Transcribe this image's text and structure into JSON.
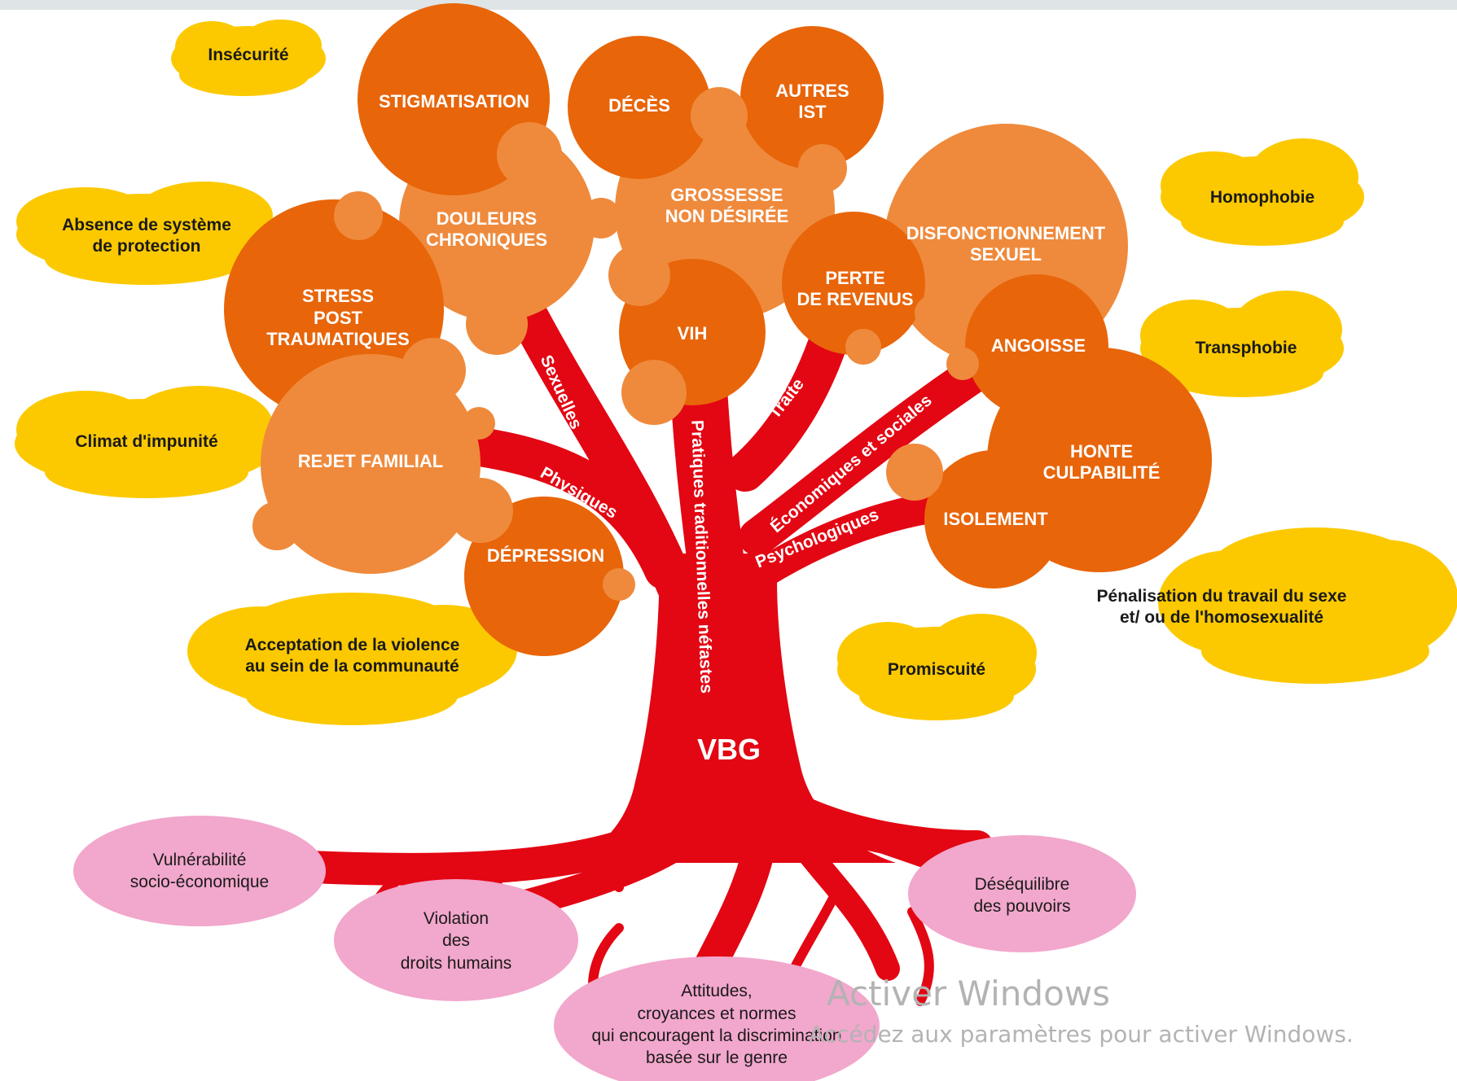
{
  "center_label": "VBG",
  "branches": [
    {
      "id": "sexuelles",
      "label": "Sexuelles"
    },
    {
      "id": "physiques",
      "label": "Physiques"
    },
    {
      "id": "pratiques",
      "label": "Pratiques traditionnelles néfastes"
    },
    {
      "id": "traite",
      "label": "Traite"
    },
    {
      "id": "economiques",
      "label": "Économiques et sociales"
    },
    {
      "id": "psychologiques",
      "label": "Psychologiques"
    }
  ],
  "consequences": [
    {
      "id": "stigmatisation",
      "label": "STIGMATISATION"
    },
    {
      "id": "deces",
      "label": "DÉCÈS"
    },
    {
      "id": "autres-ist",
      "label": "AUTRES\nIST"
    },
    {
      "id": "grossesse",
      "label": "GROSSESSE\nNON DÉSIRÉE"
    },
    {
      "id": "douleurs",
      "label": "DOULEURS\nCHRONIQUES"
    },
    {
      "id": "disfonctionnement",
      "label": "DISFONCTIONNEMENT\nSEXUEL"
    },
    {
      "id": "stress",
      "label": "STRESS\nPOST\nTRAUMATIQUES"
    },
    {
      "id": "perte",
      "label": "PERTE\nDE REVENUS"
    },
    {
      "id": "vih",
      "label": "VIH"
    },
    {
      "id": "angoisse",
      "label": "ANGOISSE"
    },
    {
      "id": "honte",
      "label": "HONTE\nCULPABILITÉ"
    },
    {
      "id": "rejet",
      "label": "REJET FAMILIAL"
    },
    {
      "id": "isolement",
      "label": "ISOLEMENT"
    },
    {
      "id": "depression",
      "label": "DÉPRESSION"
    }
  ],
  "contributing_factors": [
    {
      "id": "insecurite",
      "label": "Insécurité"
    },
    {
      "id": "absence",
      "label": "Absence de système\nde protection"
    },
    {
      "id": "homophobie",
      "label": "Homophobie"
    },
    {
      "id": "transphobie",
      "label": "Transphobie"
    },
    {
      "id": "impunite",
      "label": "Climat d'impunité"
    },
    {
      "id": "penalisation",
      "label": "Pénalisation du travail du sexe\net/ ou de l'homosexualité"
    },
    {
      "id": "acceptation",
      "label": "Acceptation de la violence\nau sein de la communauté"
    },
    {
      "id": "promiscuite",
      "label": "Promiscuité"
    }
  ],
  "root_causes": [
    {
      "id": "vulnerabilite",
      "label": "Vulnérabilité\nsocio-économique"
    },
    {
      "id": "violation",
      "label": "Violation\ndes\ndroits humains"
    },
    {
      "id": "desequilibre",
      "label": "Déséquilibre\ndes pouvoirs"
    },
    {
      "id": "attitudes",
      "label": "Attitudes,\ncroyances et normes\nqui encouragent la discrimination\nbasée sur le genre"
    }
  ],
  "watermark": {
    "line1": "Activer Windows",
    "line2": "Accédez aux paramètres pour activer Windows."
  },
  "colors": {
    "trunk": "#e30613",
    "bubble_dark": "#e8650a",
    "bubble_light": "#ef8a3c",
    "cloud": "#fcc900",
    "root_oval": "#f2a7cc",
    "top_bar": "#dfe4e6"
  }
}
